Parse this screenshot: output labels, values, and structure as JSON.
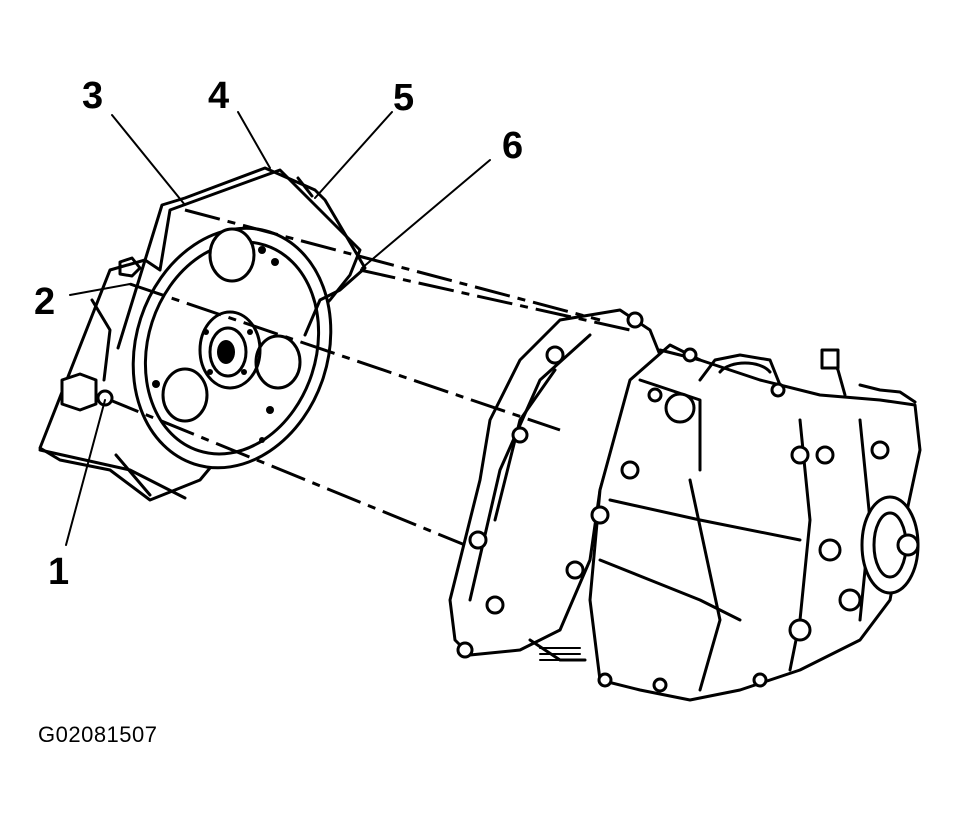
{
  "callouts": [
    {
      "number": "1"
    },
    {
      "number": "2"
    },
    {
      "number": "3"
    },
    {
      "number": "4"
    },
    {
      "number": "5"
    },
    {
      "number": "6"
    }
  ],
  "figure_id": "G02081507",
  "icons": [
    "engine-block-drawing",
    "flexplate-drawing",
    "transaxle-drawing",
    "bolt-icon",
    "locating-dowel-icon"
  ]
}
